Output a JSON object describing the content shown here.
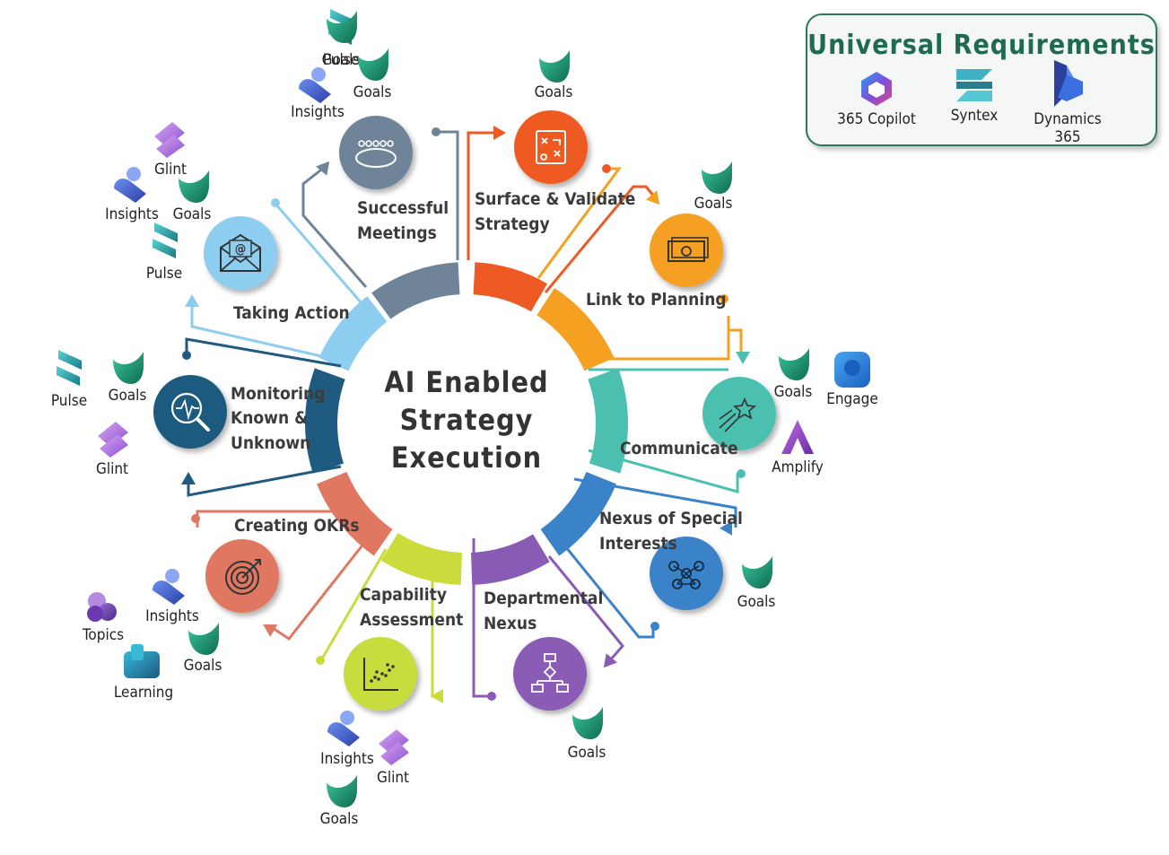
{
  "center_title": [
    "AI Enabled",
    "Strategy",
    "Execution"
  ],
  "universal": {
    "title": "Universal Requirements",
    "items": [
      "365 Copilot",
      "Syntex",
      "Dynamics 365"
    ]
  },
  "colors": {
    "meetings": "#6f8499",
    "surface": "#ee5a24",
    "planning": "#f5a020",
    "communicate": "#4cc0b0",
    "nexus_special": "#3b83c8",
    "departmental": "#8a5bb5",
    "capability": "#c9dc3c",
    "okrs": "#e07760",
    "monitoring": "#1f5a80",
    "taking_action": "#8dcdf0",
    "brand_green": "#1f6b52"
  },
  "stages": [
    {
      "key": "meetings",
      "label": [
        "Successful",
        "Meetings"
      ],
      "icon": "meeting-table-icon"
    },
    {
      "key": "surface",
      "label": [
        "Surface & Validate",
        "Strategy"
      ],
      "icon": "strategy-board-icon"
    },
    {
      "key": "planning",
      "label": [
        "Link to Planning"
      ],
      "icon": "money-icon"
    },
    {
      "key": "communicate",
      "label": [
        "Communicate"
      ],
      "icon": "shooting-star-icon"
    },
    {
      "key": "nexus_special",
      "label": [
        "Nexus of Special",
        "Interests"
      ],
      "icon": "network-icon"
    },
    {
      "key": "departmental",
      "label": [
        "Departmental",
        "Nexus"
      ],
      "icon": "flowchart-icon"
    },
    {
      "key": "capability",
      "label": [
        "Capability",
        "Assessment"
      ],
      "icon": "scatter-plot-icon"
    },
    {
      "key": "okrs",
      "label": [
        "Creating OKRs"
      ],
      "icon": "target-icon"
    },
    {
      "key": "monitoring",
      "label": [
        "Monitoring",
        "Known &",
        "Unknown"
      ],
      "icon": "magnifier-pulse-icon"
    },
    {
      "key": "taking_action",
      "label": [
        "Taking Action"
      ],
      "icon": "email-icon"
    }
  ],
  "apps": [
    {
      "name": "Pulse",
      "icon": "pulse-icon"
    },
    {
      "name": "Goals",
      "icon": "goals-icon"
    },
    {
      "name": "Insights",
      "icon": "insights-icon"
    },
    {
      "name": "Goals",
      "icon": "goals-icon"
    },
    {
      "name": "Glint",
      "icon": "glint-icon"
    },
    {
      "name": "Insights",
      "icon": "insights-icon"
    },
    {
      "name": "Goals",
      "icon": "goals-icon"
    },
    {
      "name": "Pulse",
      "icon": "pulse-icon"
    },
    {
      "name": "Goals",
      "icon": "goals-icon"
    },
    {
      "name": "Pulse",
      "icon": "pulse-icon"
    },
    {
      "name": "Goals",
      "icon": "goals-icon"
    },
    {
      "name": "Glint",
      "icon": "glint-icon"
    },
    {
      "name": "Goals",
      "icon": "goals-icon"
    },
    {
      "name": "Goals",
      "icon": "goals-icon"
    },
    {
      "name": "Engage",
      "icon": "engage-icon"
    },
    {
      "name": "Amplify",
      "icon": "amplify-icon"
    },
    {
      "name": "Goals",
      "icon": "goals-icon"
    },
    {
      "name": "Goals",
      "icon": "goals-icon"
    },
    {
      "name": "Insights",
      "icon": "insights-icon"
    },
    {
      "name": "Topics",
      "icon": "topics-icon"
    },
    {
      "name": "Goals",
      "icon": "goals-icon"
    },
    {
      "name": "Learning",
      "icon": "learning-icon"
    },
    {
      "name": "Insights",
      "icon": "insights-icon"
    },
    {
      "name": "Glint",
      "icon": "glint-icon"
    },
    {
      "name": "Goals",
      "icon": "goals-icon"
    }
  ]
}
